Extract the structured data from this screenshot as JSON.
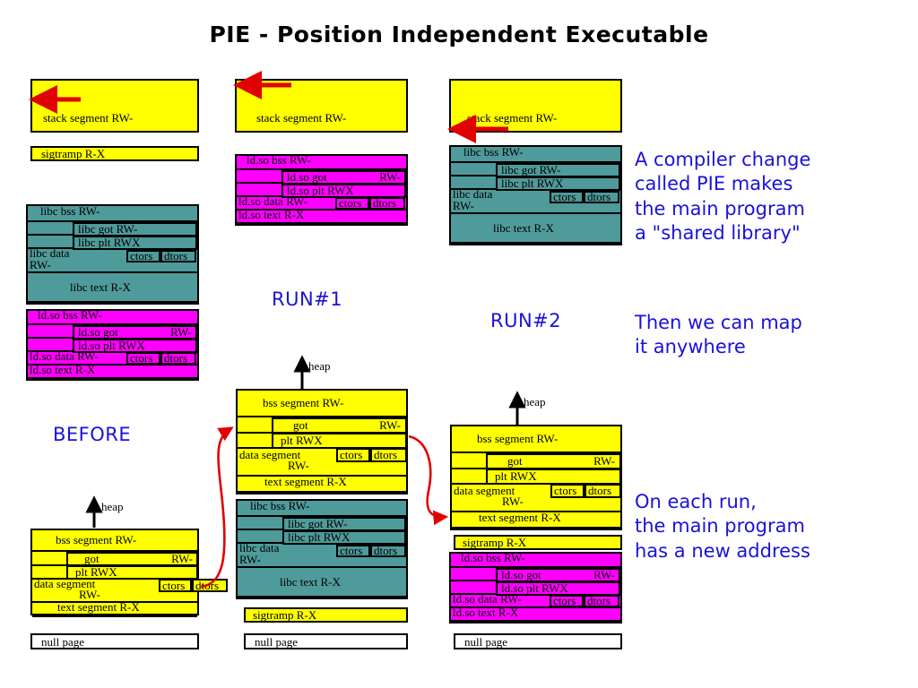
{
  "title": "PIE - Position Independent Executable",
  "colors": {
    "yellow": "#ffff00",
    "magenta": "#ff00ff",
    "teal": "#4f9a9a",
    "white": "#ffffff",
    "outline": "#000000",
    "arrow_red": "#e00000",
    "note_blue": "#1a12d8"
  },
  "column_labels": {
    "before": "BEFORE",
    "run1": "RUN#1",
    "run2": "RUN#2"
  },
  "heap_label": "heap",
  "notes": [
    "A compiler change\ncalled PIE makes\nthe main program\na \"shared library\"",
    "Then we can map\nit anywhere",
    "On each run,\nthe main program\nhas a new address"
  ],
  "labels": {
    "stack_segment": "stack segment RW-",
    "sigtramp": "sigtramp R-X",
    "null_page": "null page",
    "bss_segment": "bss segment RW-",
    "got": "got",
    "got_perm": "RW-",
    "plt": "plt  RWX",
    "ctors": "ctors",
    "dtors": "dtors",
    "data_segment": "data segment",
    "data_segment_perm": "RW-",
    "text_segment": "text segment R-X",
    "libc_bss": "libc bss RW-",
    "libc_got": "libc got   RW-",
    "libc_plt": "libc plt   RWX",
    "libc_data": "libc data",
    "libc_data_perm": "RW-",
    "libc_text": "libc text R-X",
    "ldso_bss": "ld.so bss RW-",
    "ldso_got": "ld.so got",
    "ldso_got_perm": "RW-",
    "ldso_plt": "ld.so plt  RWX",
    "ldso_data": "ld.so data RW-",
    "ldso_text": "ld.so text  R-X"
  },
  "columns": [
    {
      "name": "before",
      "label": "BEFORE",
      "blocks": [
        "stack segment RW-",
        "sigtramp R-X",
        "libc (bss/got/plt/data/text)",
        "ld.so (bss/got/plt/data/text)",
        "main program (bss/got/plt/data/text)",
        "null page"
      ]
    },
    {
      "name": "run1",
      "label": "RUN#1",
      "blocks": [
        "stack segment RW-",
        "ld.so (bss/got/plt/data/text)",
        "main program (bss/got/plt/data/text)",
        "libc (bss/got/plt/data/text)",
        "sigtramp R-X",
        "null page"
      ]
    },
    {
      "name": "run2",
      "label": "RUN#2",
      "blocks": [
        "stack segment RW-",
        "libc (bss/got/plt/data/text)",
        "main program (bss/got/plt/data/text)",
        "sigtramp R-X",
        "ld.so (bss/got/plt/data/text)",
        "null page"
      ]
    }
  ]
}
